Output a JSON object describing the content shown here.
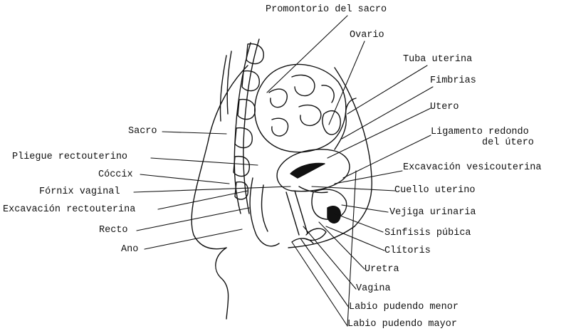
{
  "diagram": {
    "labels": {
      "promontorio": "Promontorio del sacro",
      "ovario": "Ovario",
      "tuba": "Tuba uterina",
      "fimbrias": "Fimbrias",
      "utero": "Utero",
      "ligamento_1": "Ligamento redondo",
      "ligamento_2": "del útero",
      "excavacion_vesico": "Excavación vesicouterina",
      "cuello": "Cuello uterino",
      "vejiga": "Vejiga urinaria",
      "sinfisis": "Sínfisis púbica",
      "clitoris": "Clítoris",
      "uretra": "Uretra",
      "vagina": "Vagina",
      "labio_menor": "Labio pudendo menor",
      "labio_mayor": "Labio pudendo mayor",
      "sacro": "Sacro",
      "pliegue": "Pliegue rectouterino",
      "coccix": "Cóccix",
      "fornix": "Fórnix vaginal",
      "excavacion_recto": "Excavación rectouterina",
      "recto": "Recto",
      "ano": "Ano"
    }
  }
}
